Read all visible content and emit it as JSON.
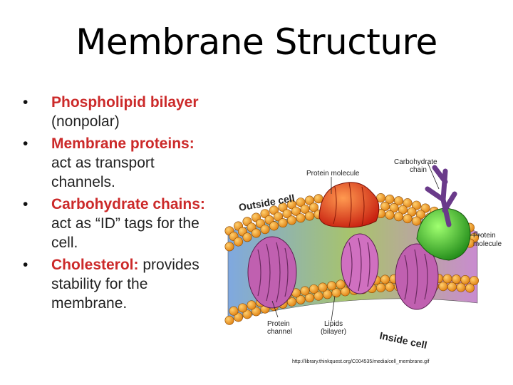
{
  "slide": {
    "title": "Membrane Structure",
    "bullets": [
      {
        "term": "Phospholipid bilayer",
        "desc": "(nonpolar)"
      },
      {
        "term": "Membrane proteins:",
        "desc": "act as transport channels."
      },
      {
        "term": "Carbohydrate chains:",
        "desc": "act as “ID” tags for the cell."
      },
      {
        "term": "Cholesterol:",
        "desc": "provides stability for the membrane."
      }
    ]
  },
  "diagram": {
    "labels": {
      "protein_molecule_top": "Protein molecule",
      "carbohydrate_line1": "Carbohydrate",
      "carbohydrate_line2": "chain",
      "protein_molecule_right_line1": "Protein",
      "protein_molecule_right_line2": "molecule",
      "outside_cell": "Outside cell",
      "inside_cell": "Inside cell",
      "protein_channel_line1": "Protein",
      "protein_channel_line2": "channel",
      "lipids_line1": "Lipids",
      "lipids_line2": "(bilayer)"
    },
    "source_url": "http://library.thinkquest.org/C004535/media/cell_membrane.gif"
  },
  "colors": {
    "title": "#000000",
    "highlight": "#cc2a2a",
    "lipid_head": "#f0a020",
    "channel": "#c060b0",
    "globular_protein_red": "#e84020",
    "globular_protein_green": "#40b030",
    "carbohydrate": "#6a3a8a"
  }
}
